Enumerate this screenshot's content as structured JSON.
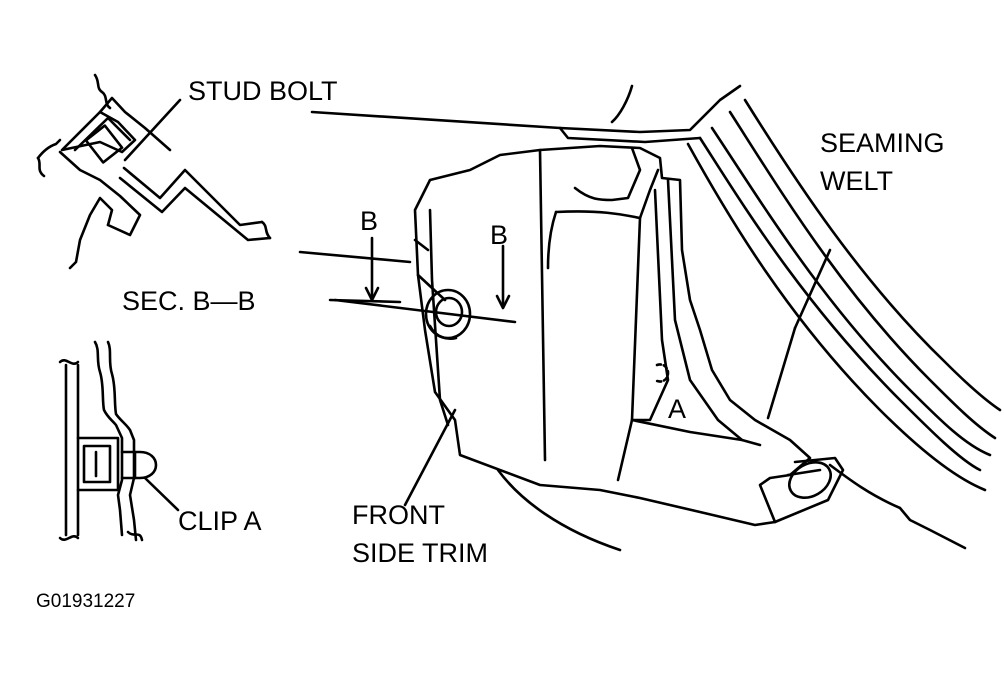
{
  "labels": {
    "stud_bolt": "STUD BOLT",
    "seaming_welt_1": "SEAMING",
    "seaming_welt_2": "WELT",
    "section_b_left": "B",
    "section_b_right": "B",
    "sec_bb": "SEC. B—B",
    "clip_marker": "A",
    "clip_a": "CLIP A",
    "front_side_trim_1": "FRONT",
    "front_side_trim_2": "SIDE TRIM"
  },
  "figure_code": "G01931227",
  "colors": {
    "line": "#000000",
    "background": "#ffffff"
  }
}
